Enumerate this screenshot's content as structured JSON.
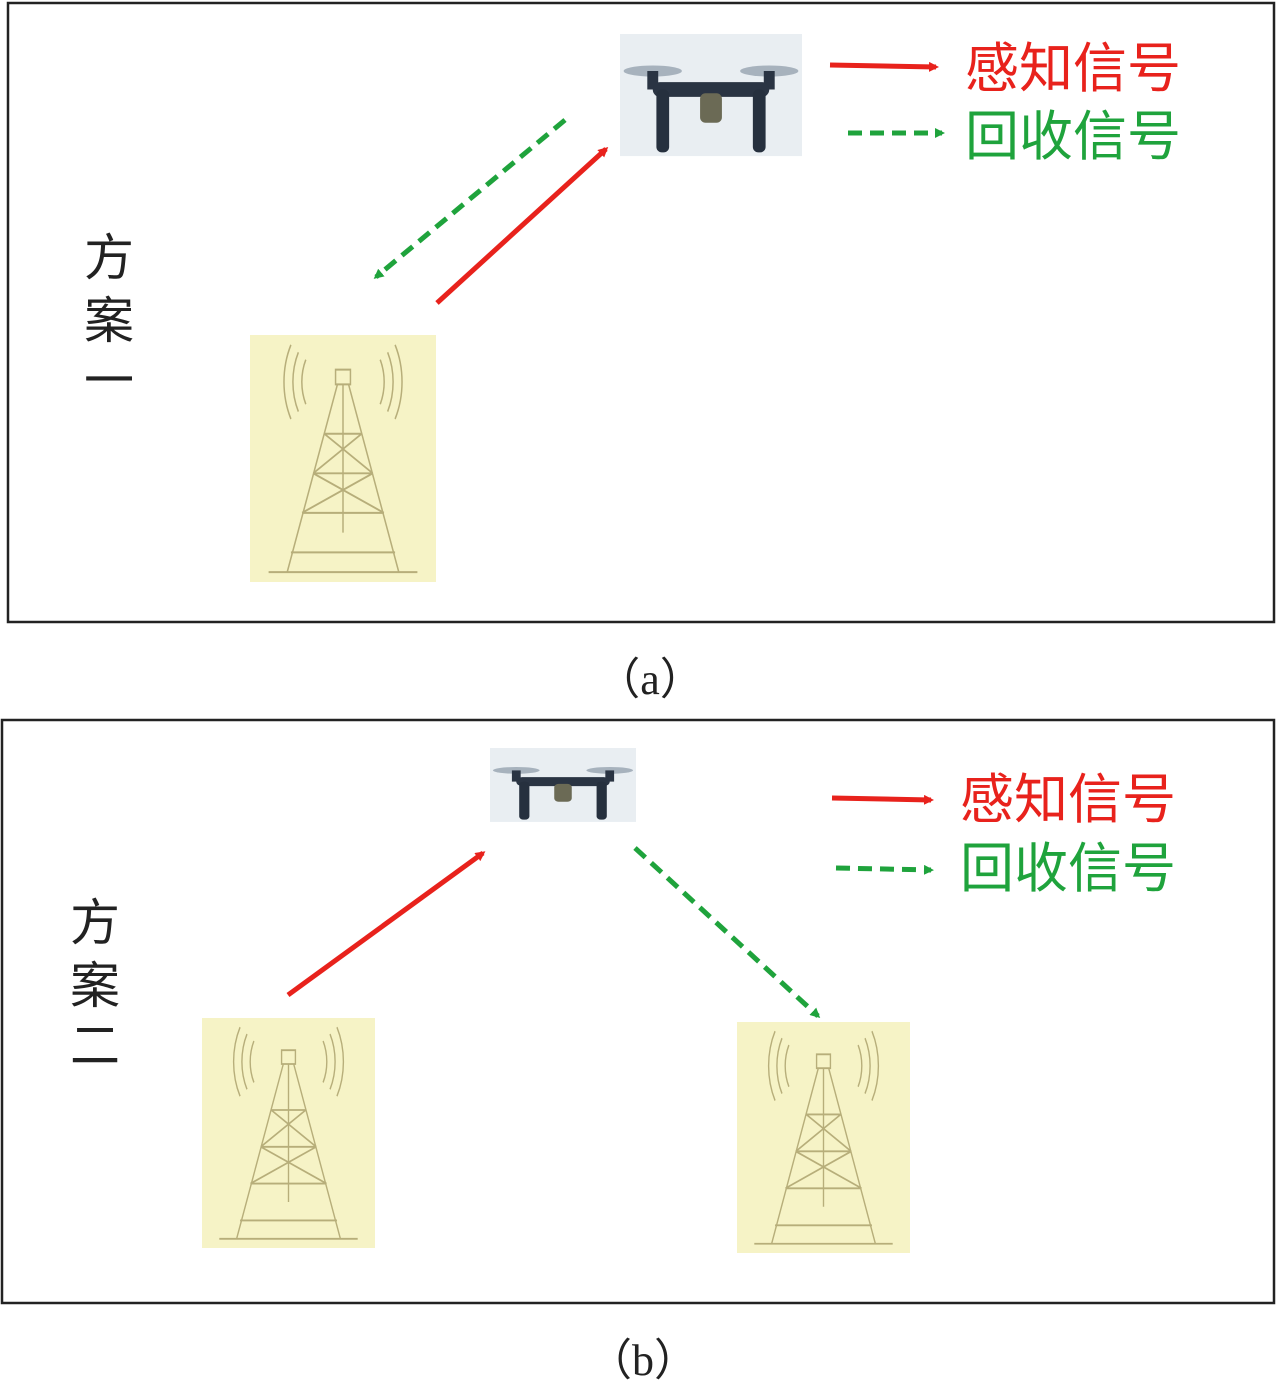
{
  "panels": [
    {
      "caption": "（a）",
      "scheme_label": [
        "方",
        "案",
        "一"
      ],
      "legend": {
        "sensing": "感知信号",
        "recovery": "回收信号"
      }
    },
    {
      "caption": "（b）",
      "scheme_label": [
        "方",
        "案",
        "二"
      ],
      "legend": {
        "sensing": "感知信号",
        "recovery": "回收信号"
      }
    }
  ],
  "colors": {
    "sensing": "#e8221c",
    "recovery": "#1fa33c",
    "tower_bg": "#f6f3c6",
    "drone_bg": "#e9eef2"
  }
}
